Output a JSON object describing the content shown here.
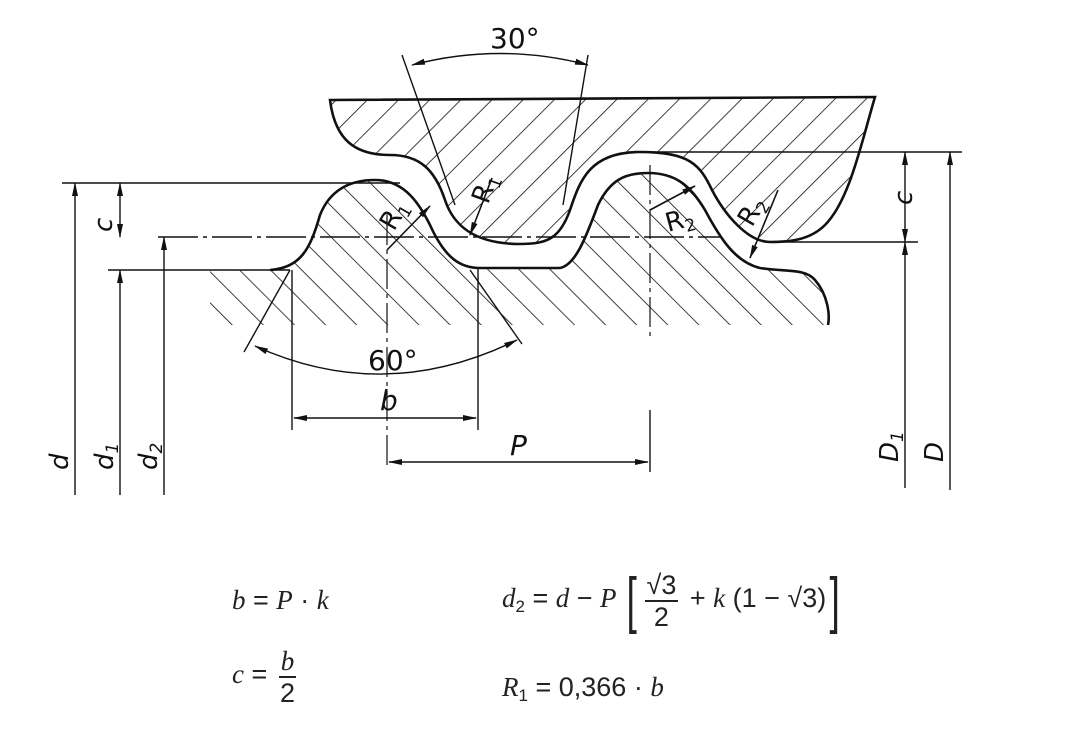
{
  "figure": {
    "title": "Round thread profile (nut and bolt engagement)",
    "angles": {
      "flank_angle_top": "30°",
      "flank_angle_bottom": "60°"
    },
    "radius_labels": {
      "r1_external": "R",
      "r1_external_sub": "1",
      "r1_internal": "R",
      "r1_internal_sub": "1",
      "r2_external": "R",
      "r2_external_sub": "2",
      "r2_internal": "R",
      "r2_internal_sub": "2"
    },
    "dimension_labels": {
      "b": "b",
      "P": "P",
      "c_left": "c",
      "c_right": "c",
      "d": "d",
      "d1": "d",
      "d1_sub": "1",
      "d2": "d",
      "d2_sub": "2",
      "D1": "D",
      "D1_sub": "1",
      "D": "D"
    }
  },
  "formulas": {
    "b_formula": {
      "lhs": "b",
      "eq": " = ",
      "rhs_p": "P",
      "dot": " · ",
      "rhs_k": "k"
    },
    "c_formula": {
      "lhs": "c",
      "eq": " = ",
      "num": "b",
      "den": "2"
    },
    "d2_formula": {
      "lhs": "d",
      "lhs_sub": "2",
      "eq": " = ",
      "d": "d",
      "minus": " − ",
      "P": "P",
      "open_bracket": "[",
      "frac_num": "√3",
      "frac_den": "2",
      "plus": " + ",
      "k": "k",
      "paren": " (1 − √3)",
      "close_bracket": "]"
    },
    "r1_formula": {
      "lhs": "R",
      "lhs_sub": "1",
      "eq": " = ",
      "value": "0,366",
      "dot": " · ",
      "var": "b"
    }
  }
}
